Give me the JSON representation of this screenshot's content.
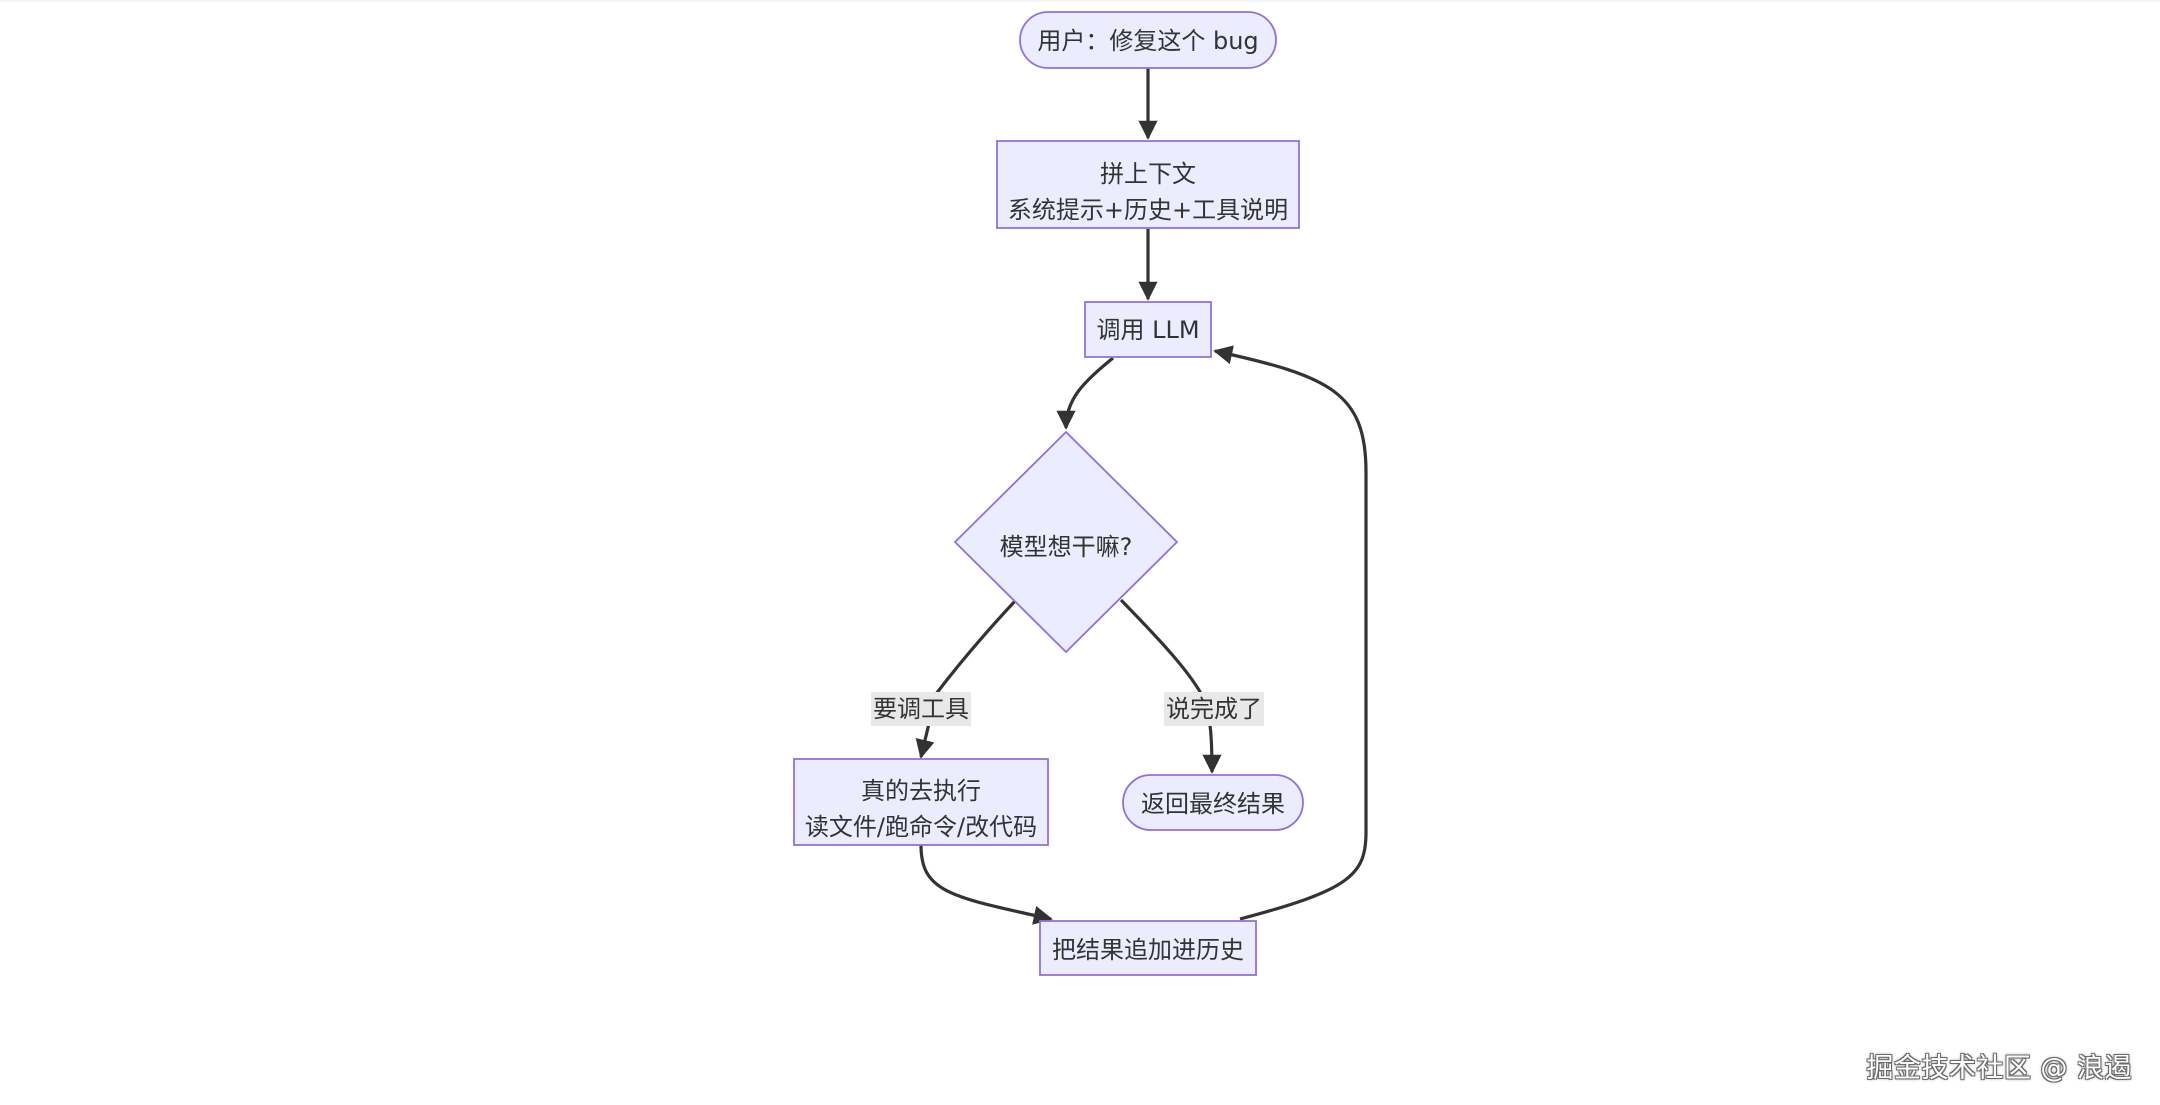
{
  "diagram": {
    "nodes": {
      "start": "用户：修复这个 bug",
      "context_line1": "拼上下文",
      "context_line2": "系统提示+历史+工具说明",
      "call_llm": "调用 LLM",
      "decision": "模型想干嘛?",
      "execute_line1": "真的去执行",
      "execute_line2": "读文件/跑命令/改代码",
      "final": "返回最终结果",
      "append": "把结果追加进历史"
    },
    "edge_labels": {
      "use_tool": "要调工具",
      "done": "说完成了"
    }
  },
  "watermark": "掘金技术社区 @ 浪遏",
  "colors": {
    "node_fill": "#ececff",
    "node_stroke": "#9370db",
    "edge": "#333333",
    "text": "#333333",
    "label_bg": "#e8e8e8"
  }
}
